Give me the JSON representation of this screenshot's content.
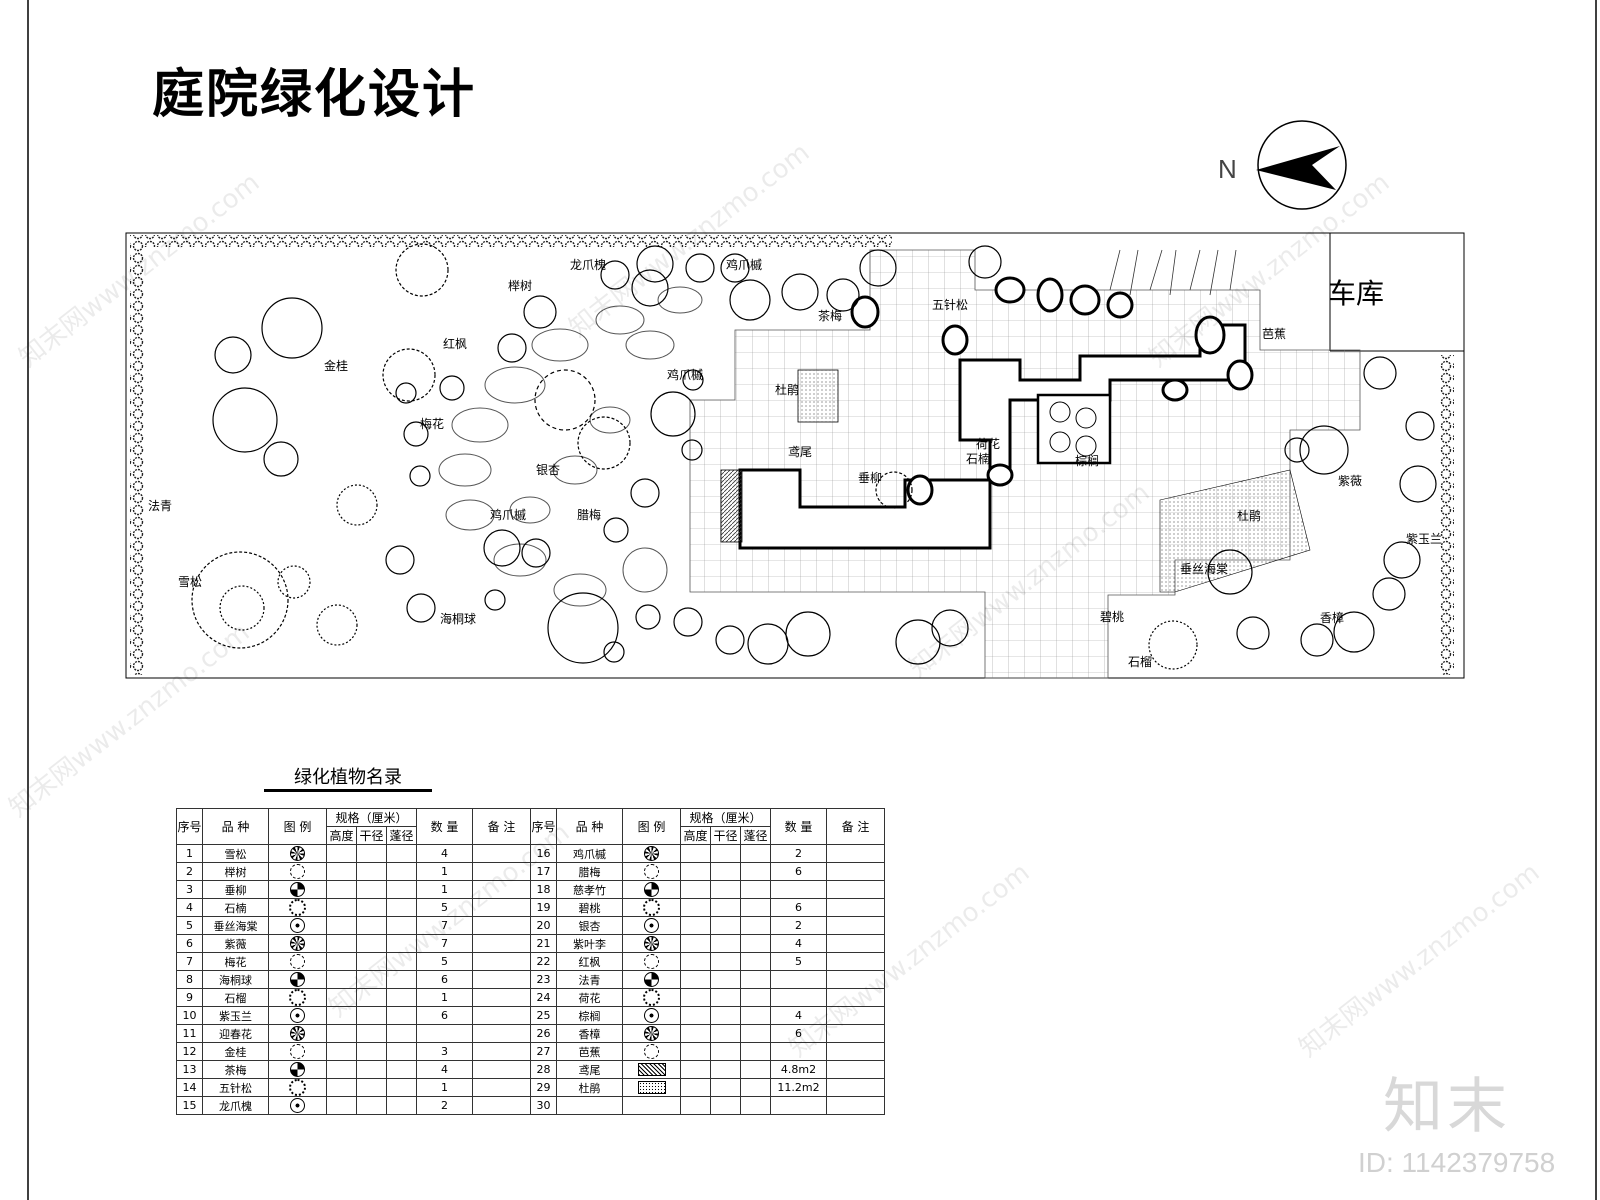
{
  "title": "庭院绿化设计",
  "north": "N",
  "garage": "车库",
  "plant_labels": [
    {
      "text": "龙爪槐"
    },
    {
      "text": "鸡爪槭"
    },
    {
      "text": "榉树"
    },
    {
      "text": "红枫"
    },
    {
      "text": "金桂"
    },
    {
      "text": "梅花"
    },
    {
      "text": "银杏"
    },
    {
      "text": "鸡爪槭"
    },
    {
      "text": "茶梅"
    },
    {
      "text": "杜鹃"
    },
    {
      "text": "五针松"
    },
    {
      "text": "芭蕉"
    },
    {
      "text": "鸢尾"
    },
    {
      "text": "垂柳"
    },
    {
      "text": "荷花"
    },
    {
      "text": "石楠"
    },
    {
      "text": "棕榈"
    },
    {
      "text": "鸡爪槭"
    },
    {
      "text": "腊梅"
    },
    {
      "text": "法青"
    },
    {
      "text": "雪松"
    },
    {
      "text": "海桐球"
    },
    {
      "text": "杜鹃"
    },
    {
      "text": "紫薇"
    },
    {
      "text": "紫玉兰"
    },
    {
      "text": "垂丝海棠"
    },
    {
      "text": "碧桃"
    },
    {
      "text": "香樟"
    },
    {
      "text": "石榴"
    }
  ],
  "legend": {
    "title": "绿化植物名录",
    "headers": {
      "no": "序号",
      "species": "品 种",
      "symbol": "图 例",
      "spec": "规格（厘米）",
      "height": "高度",
      "trunk": "干径",
      "crown": "蓬径",
      "qty": "数 量",
      "note": "备 注"
    },
    "left": [
      {
        "no": "1",
        "name": "雪松",
        "qty": "4"
      },
      {
        "no": "2",
        "name": "榉树",
        "qty": "1"
      },
      {
        "no": "3",
        "name": "垂柳",
        "qty": "1"
      },
      {
        "no": "4",
        "name": "石楠",
        "qty": "5"
      },
      {
        "no": "5",
        "name": "垂丝海棠",
        "qty": "7"
      },
      {
        "no": "6",
        "name": "紫薇",
        "qty": "7"
      },
      {
        "no": "7",
        "name": "梅花",
        "qty": "5"
      },
      {
        "no": "8",
        "name": "海桐球",
        "qty": "6"
      },
      {
        "no": "9",
        "name": "石榴",
        "qty": "1"
      },
      {
        "no": "10",
        "name": "紫玉兰",
        "qty": "6"
      },
      {
        "no": "11",
        "name": "迎春花",
        "qty": ""
      },
      {
        "no": "12",
        "name": "金桂",
        "qty": "3"
      },
      {
        "no": "13",
        "name": "茶梅",
        "qty": "4"
      },
      {
        "no": "14",
        "name": "五针松",
        "qty": "1"
      },
      {
        "no": "15",
        "name": "龙爪槐",
        "qty": "2"
      }
    ],
    "right": [
      {
        "no": "16",
        "name": "鸡爪槭",
        "qty": "2"
      },
      {
        "no": "17",
        "name": "腊梅",
        "qty": "6"
      },
      {
        "no": "18",
        "name": "慈孝竹",
        "qty": ""
      },
      {
        "no": "19",
        "name": "碧桃",
        "qty": "6"
      },
      {
        "no": "20",
        "name": "银杏",
        "qty": "2"
      },
      {
        "no": "21",
        "name": "紫叶李",
        "qty": "4"
      },
      {
        "no": "22",
        "name": "红枫",
        "qty": "5"
      },
      {
        "no": "23",
        "name": "法青",
        "qty": ""
      },
      {
        "no": "24",
        "name": "荷花",
        "qty": ""
      },
      {
        "no": "25",
        "name": "棕榈",
        "qty": "4"
      },
      {
        "no": "26",
        "name": "香樟",
        "qty": "6"
      },
      {
        "no": "27",
        "name": "芭蕉",
        "qty": ""
      },
      {
        "no": "28",
        "name": "鸢尾",
        "qty": "4.8m2"
      },
      {
        "no": "29",
        "name": "杜鹃",
        "qty": "11.2m2"
      },
      {
        "no": "30",
        "name": "",
        "qty": ""
      }
    ]
  },
  "watermark": "知末网www.znzmo.com",
  "logo": "知末",
  "id_text": "ID: 1142379758"
}
